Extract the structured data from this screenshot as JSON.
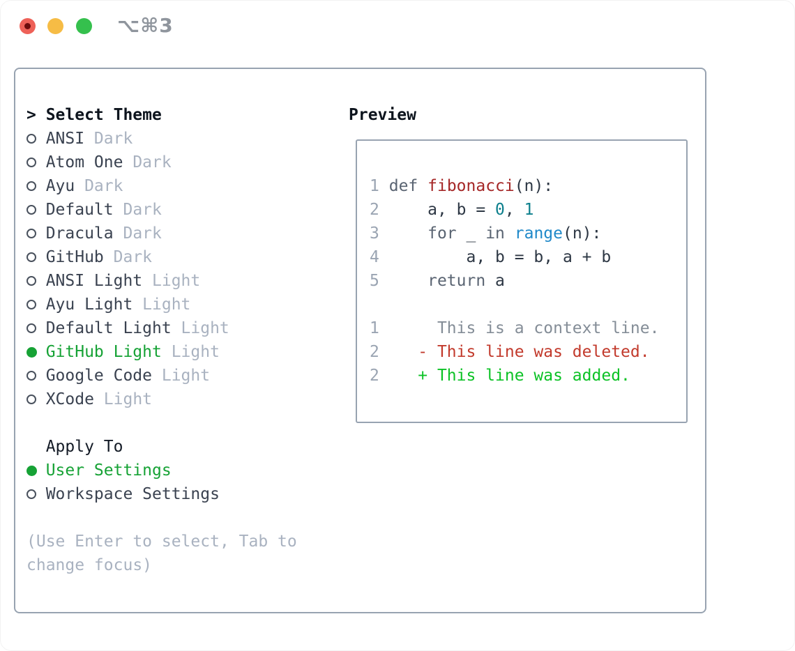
{
  "window": {
    "title": "⌥⌘3"
  },
  "theme_panel": {
    "header": {
      "prompt": ">",
      "label": "Select Theme"
    },
    "themes": [
      {
        "name": "ANSI",
        "variant": "Dark",
        "selected": false
      },
      {
        "name": "Atom One",
        "variant": "Dark",
        "selected": false
      },
      {
        "name": "Ayu",
        "variant": "Dark",
        "selected": false
      },
      {
        "name": "Default",
        "variant": "Dark",
        "selected": false
      },
      {
        "name": "Dracula",
        "variant": "Dark",
        "selected": false
      },
      {
        "name": "GitHub",
        "variant": "Dark",
        "selected": false
      },
      {
        "name": "ANSI Light",
        "variant": "Light",
        "selected": false
      },
      {
        "name": "Ayu Light",
        "variant": "Light",
        "selected": false
      },
      {
        "name": "Default Light",
        "variant": "Light",
        "selected": false
      },
      {
        "name": "GitHub Light",
        "variant": "Light",
        "selected": true
      },
      {
        "name": "Google Code",
        "variant": "Light",
        "selected": false
      },
      {
        "name": "XCode",
        "variant": "Light",
        "selected": false
      }
    ],
    "apply_to": {
      "label": "Apply To",
      "options": [
        {
          "label": "User Settings",
          "selected": true
        },
        {
          "label": "Workspace Settings",
          "selected": false
        }
      ]
    },
    "hint_lines": [
      "(Use Enter to select, Tab to",
      "change focus)"
    ]
  },
  "preview": {
    "label": "Preview",
    "code_lines": [
      {
        "num": "1",
        "segments": [
          {
            "t": " ",
            "c": "plain"
          },
          {
            "t": "def",
            "c": "keyword"
          },
          {
            "t": " ",
            "c": "plain"
          },
          {
            "t": "fibonacci",
            "c": "function"
          },
          {
            "t": "(n):",
            "c": "plain"
          }
        ]
      },
      {
        "num": "2",
        "segments": [
          {
            "t": "     a, b = ",
            "c": "plain"
          },
          {
            "t": "0",
            "c": "number"
          },
          {
            "t": ", ",
            "c": "plain"
          },
          {
            "t": "1",
            "c": "number"
          }
        ]
      },
      {
        "num": "3",
        "segments": [
          {
            "t": "     ",
            "c": "plain"
          },
          {
            "t": "for",
            "c": "keyword"
          },
          {
            "t": " _ ",
            "c": "plain"
          },
          {
            "t": "in",
            "c": "keyword"
          },
          {
            "t": " ",
            "c": "plain"
          },
          {
            "t": "range",
            "c": "builtin"
          },
          {
            "t": "(n):",
            "c": "plain"
          }
        ]
      },
      {
        "num": "4",
        "segments": [
          {
            "t": "         a, b = b, a + b",
            "c": "plain"
          }
        ]
      },
      {
        "num": "5",
        "segments": [
          {
            "t": "     ",
            "c": "plain"
          },
          {
            "t": "return",
            "c": "keyword"
          },
          {
            "t": " a",
            "c": "plain"
          }
        ]
      },
      {
        "num": "",
        "segments": []
      },
      {
        "num": "1",
        "segments": [
          {
            "t": "      This is a context line.",
            "c": "context"
          }
        ]
      },
      {
        "num": "2",
        "segments": [
          {
            "t": "    - This line was deleted.",
            "c": "deleted"
          }
        ]
      },
      {
        "num": "2",
        "segments": [
          {
            "t": "    + This line was added.",
            "c": "added"
          }
        ]
      }
    ]
  },
  "colors": {
    "accent_green": "#16a235",
    "added_green": "#0cc226",
    "deleted_red": "#c23a2c",
    "function_red": "#a52727",
    "builtin_blue": "#2089c9",
    "number_teal": "#0c7f8c",
    "keyword_gray": "#5a6472",
    "code_text": "#2d3744",
    "line_number": "#9aa4b2",
    "context_gray": "#848d97",
    "muted": "#a9b2c0",
    "list_text": "#3a4250",
    "border": "#98a3b1",
    "traffic_red": "#ee6158",
    "traffic_yellow": "#f6bc45",
    "traffic_green": "#35c04d"
  }
}
